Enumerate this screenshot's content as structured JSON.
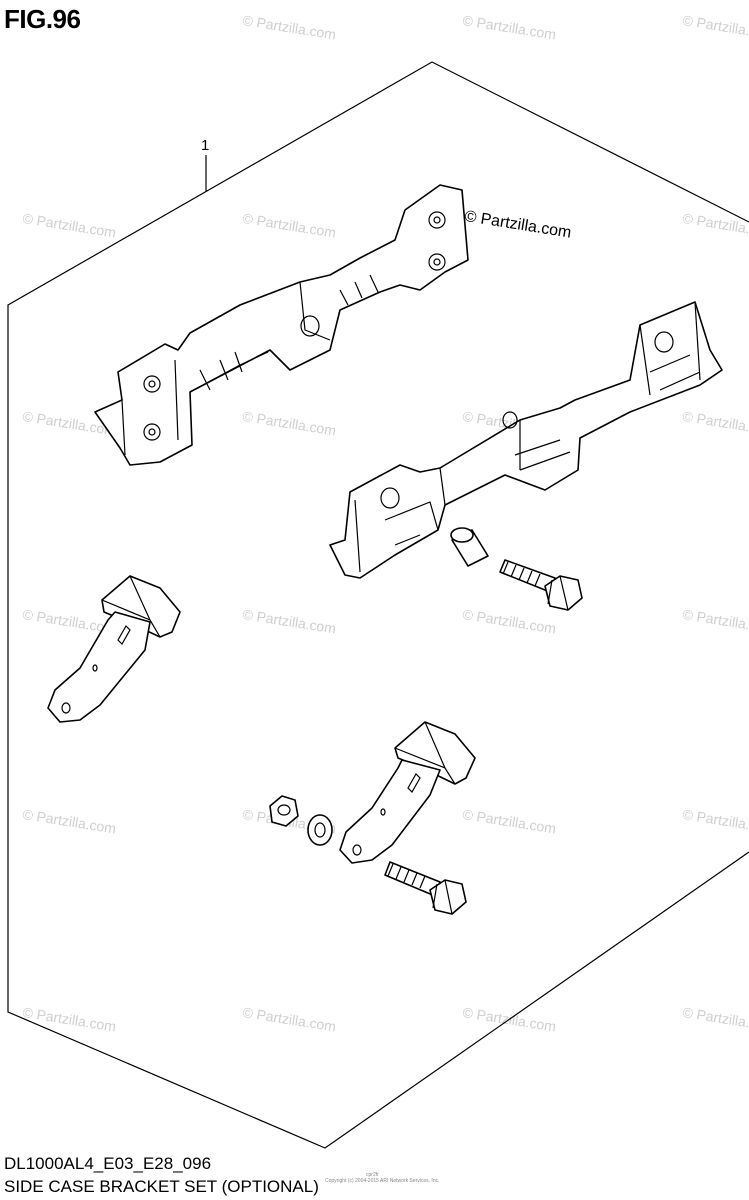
{
  "figure_label": "FIG.96",
  "model_code": "DL1000AL4_E03_E28_096",
  "caption": "SIDE CASE BRACKET SET (OPTIONAL)",
  "reference_number": "1",
  "copyright_notice": "© Partzilla.com",
  "watermark_text": "© Partzilla.com",
  "fine_print": "Copyright (c) 2004-2015 ARI Network Services, Inc.",
  "fine_print_small": "cpr2fr",
  "colors": {
    "line": "#000000",
    "watermark": "#cfcfcf",
    "background": "#ffffff"
  }
}
